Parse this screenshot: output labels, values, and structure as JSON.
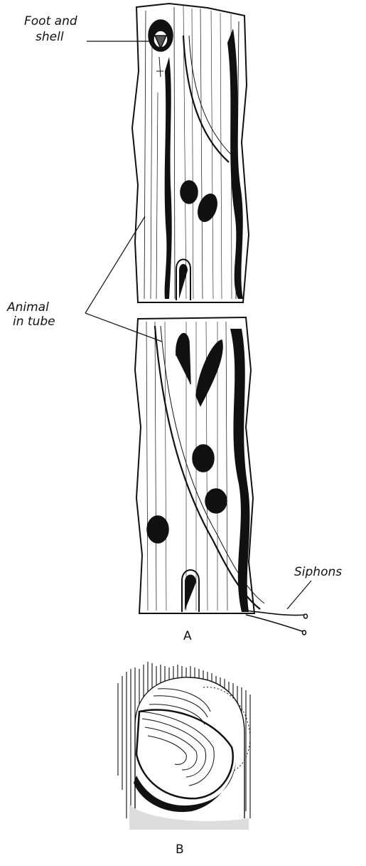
{
  "labels": {
    "foot_and_shell_line1": "Foot and",
    "foot_and_shell_line2": "shell",
    "animal_in_tube_line1": "Animal",
    "animal_in_tube_line2": "in tube",
    "siphons": "Siphons"
  },
  "figure_letters": {
    "a": "A",
    "b": "B"
  },
  "colors": {
    "ink": "#111111",
    "paper": "#ffffff"
  }
}
